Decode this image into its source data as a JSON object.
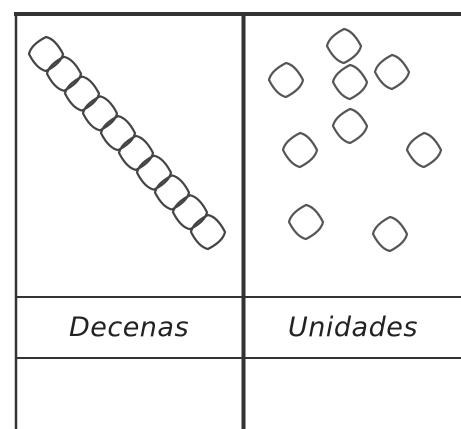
{
  "table": {
    "headers": [
      "Decenas",
      "Unidades"
    ]
  },
  "tens_column": {
    "rods": 1,
    "cubes_per_rod": 10
  },
  "ones_column": {
    "units": 9
  },
  "answer_row": {
    "decenas_value": "",
    "unidades_value": ""
  }
}
